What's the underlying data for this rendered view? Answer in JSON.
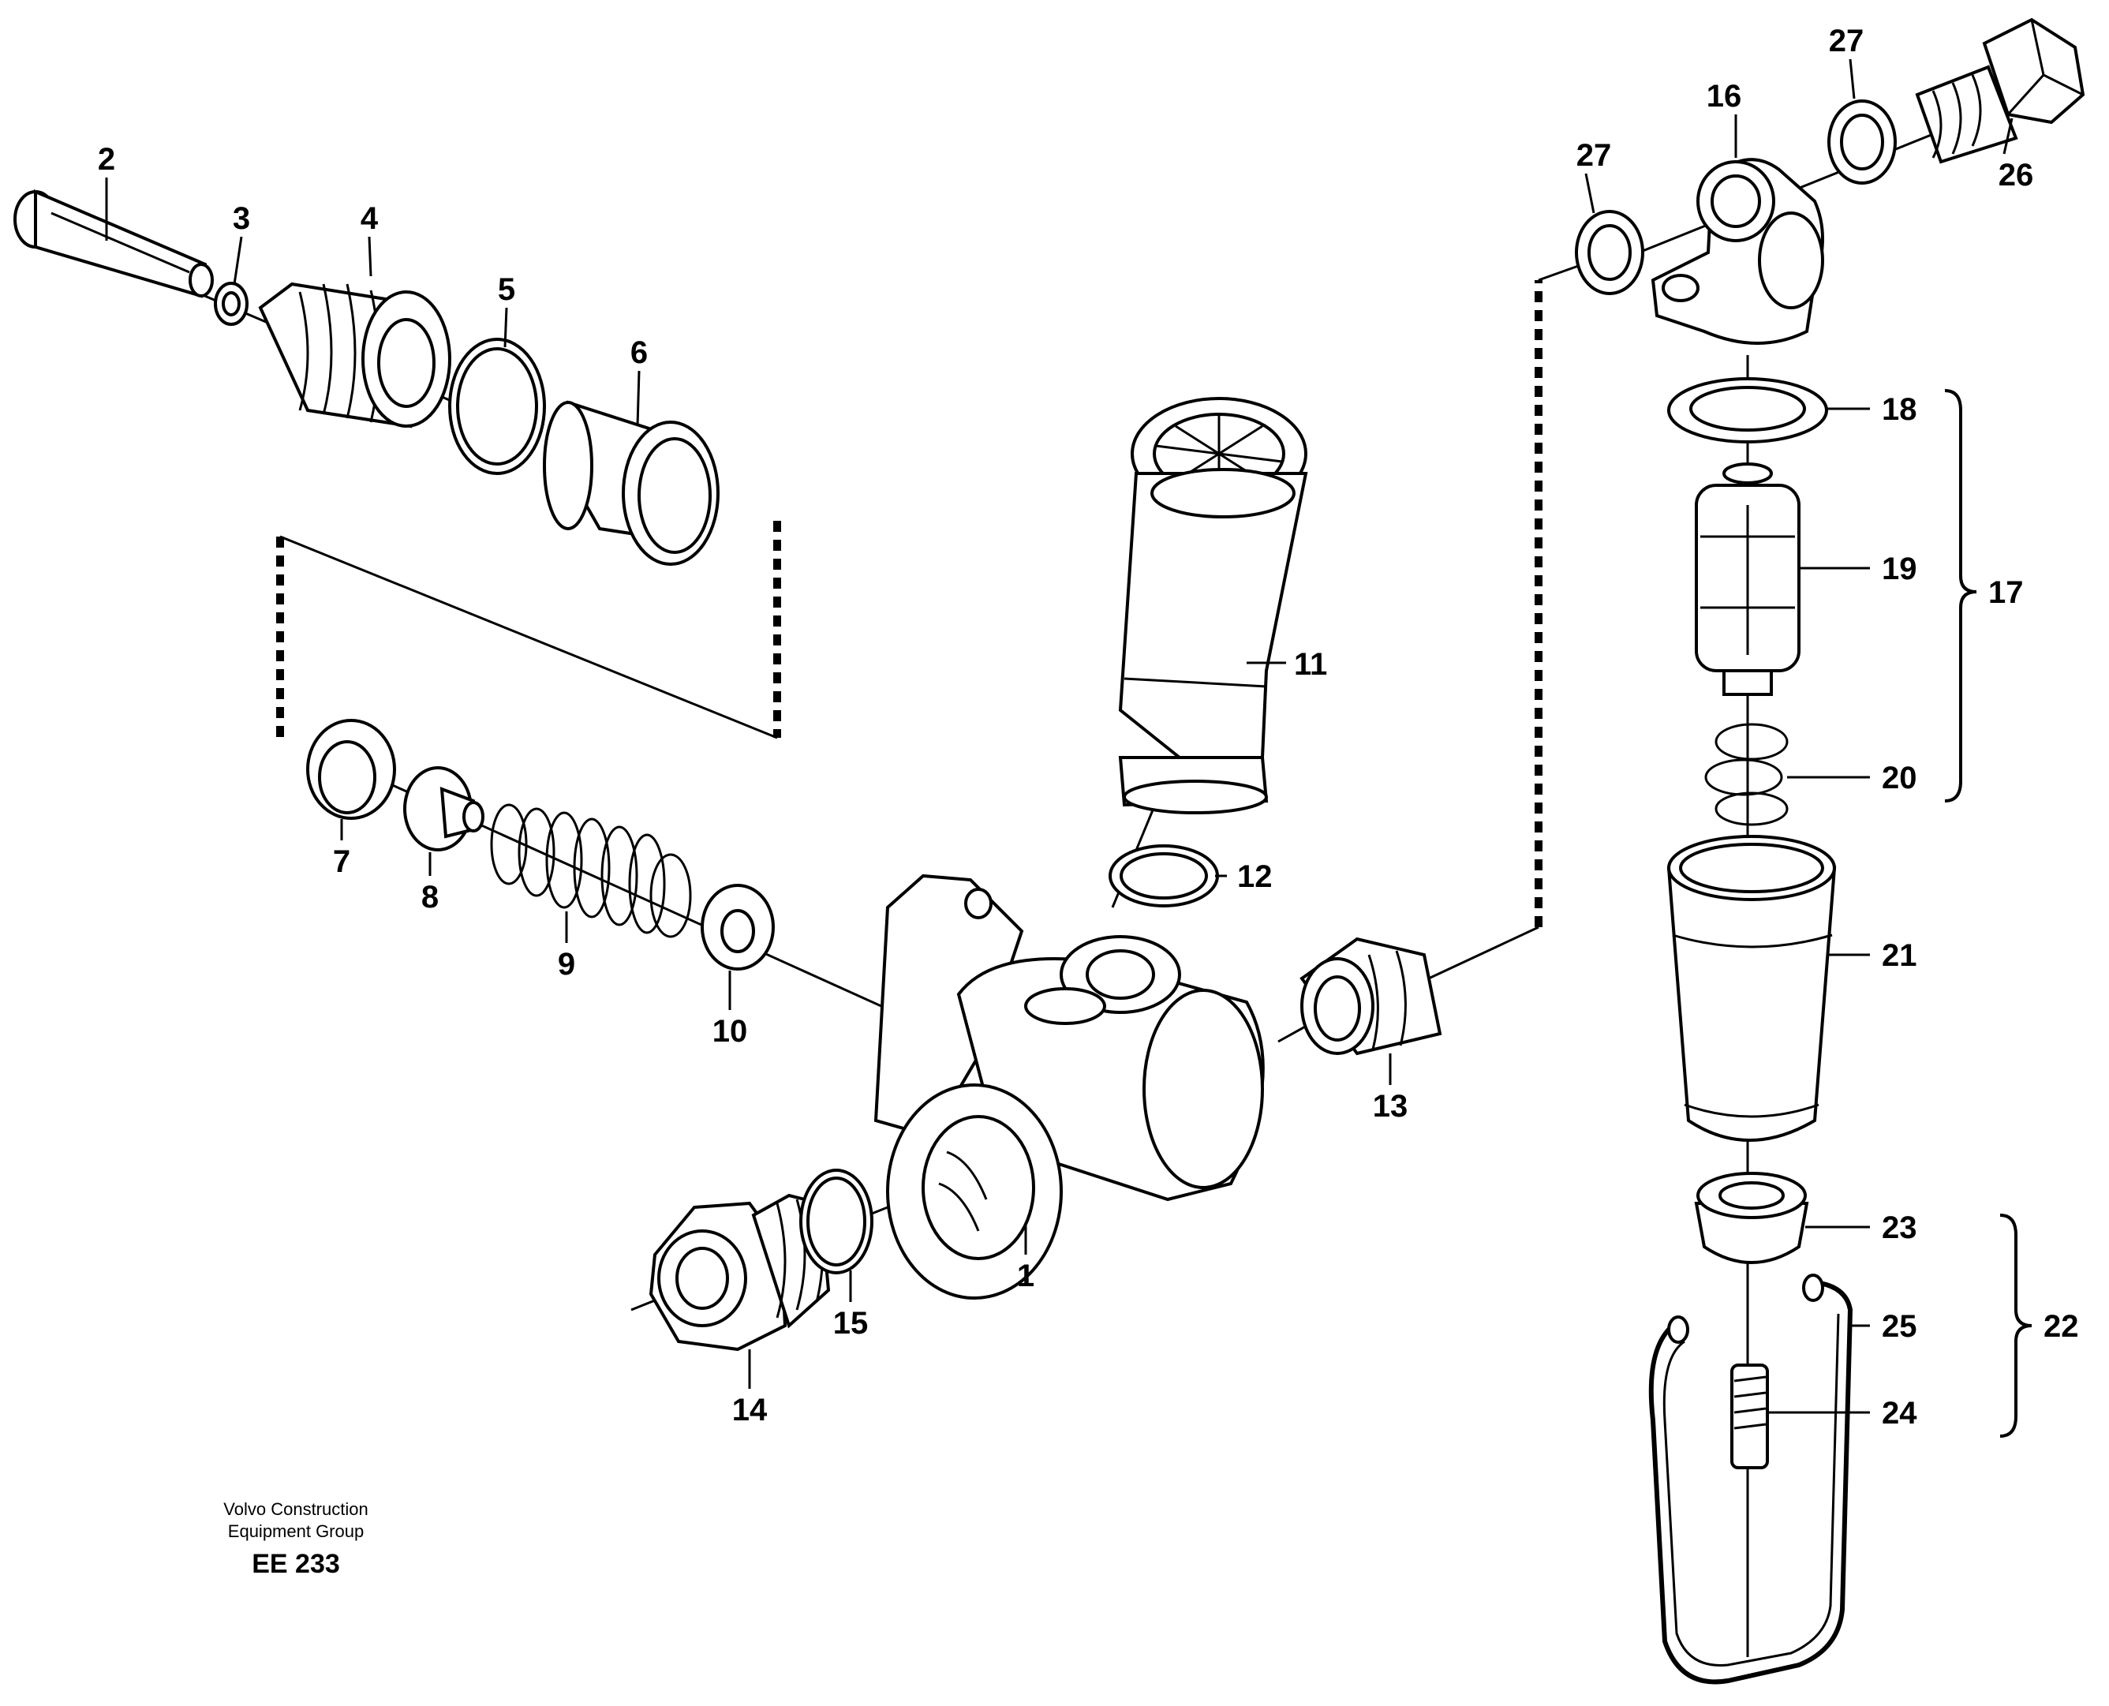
{
  "diagram": {
    "labels": {
      "p1": "1",
      "p2": "2",
      "p3": "3",
      "p4": "4",
      "p5": "5",
      "p6": "6",
      "p7": "7",
      "p8": "8",
      "p9": "9",
      "p10": "10",
      "p11": "11",
      "p12": "12",
      "p13": "13",
      "p14": "14",
      "p15": "15",
      "p16": "16",
      "p17": "17",
      "p18": "18",
      "p19": "19",
      "p20": "20",
      "p21": "21",
      "p22": "22",
      "p23": "23",
      "p24": "24",
      "p25": "25",
      "p26": "26",
      "p27a": "27",
      "p27b": "27"
    },
    "footer": {
      "brand_line1": "Volvo Construction",
      "brand_line2": "Equipment Group",
      "code": "EE 233"
    }
  }
}
